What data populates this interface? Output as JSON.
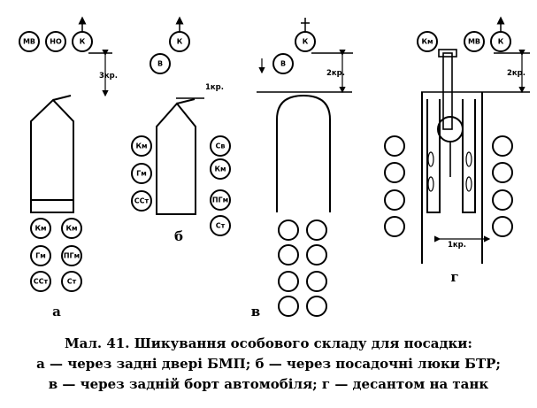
{
  "caption": {
    "line1": "Мал. 41. Шикування особового складу для посадки:",
    "line2": "а — через задні двері БМП; б — через посадочні люки БТР;",
    "line3": "в — через задній борт автомобіля; г — десантом на танк"
  },
  "panel_a": {
    "letter": "а",
    "top_row": [
      "МВ",
      "НО",
      "К"
    ],
    "gap": "3кр.",
    "troops": [
      "Км",
      "Км",
      "Гм",
      "ПГм",
      "ССт",
      "Ст"
    ]
  },
  "panel_b": {
    "letter": "б",
    "top": [
      "К",
      "В"
    ],
    "gap": "1кр.",
    "left_column": [
      "Км",
      "Гм",
      "ССт"
    ],
    "right_column": [
      "Св",
      "Км",
      "ПГм",
      "Ст"
    ]
  },
  "panel_v": {
    "letter": "в",
    "top": [
      "К",
      "В"
    ],
    "gap": "2кр."
  },
  "panel_g": {
    "letter": "г",
    "top_row": [
      "Км",
      "МВ",
      "К"
    ],
    "gap": "2кр.",
    "side_gap": "1кр."
  }
}
